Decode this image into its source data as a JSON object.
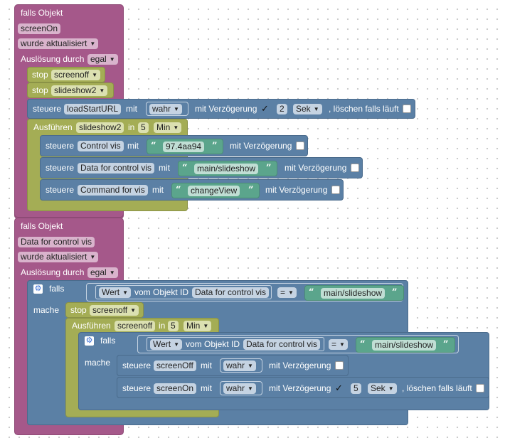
{
  "block1": {
    "header": "falls Objekt",
    "object": "screenOn",
    "condition": "wurde aktualisiert",
    "trigger_label": "Auslösung durch",
    "trigger_value": "egal",
    "stop1_label": "stop",
    "stop1_value": "screenoff",
    "stop2_label": "stop",
    "stop2_value": "slideshow2",
    "control1": {
      "label": "steuere",
      "target": "loadStartURL",
      "mit": "mit",
      "value": "wahr",
      "delay_label": "mit Verzögerung",
      "delay_checked": "✓",
      "delay_value": "2",
      "unit": "Sek",
      "clear_label": ", löschen falls läuft"
    },
    "timeout": {
      "label": "Ausführen",
      "name": "slideshow2",
      "in": "in",
      "value": "5",
      "unit": "Min"
    },
    "inner": [
      {
        "label": "steuere",
        "target": "Control vis",
        "mit": "mit",
        "value": "97.4aa94",
        "delay_label": "mit Verzögerung"
      },
      {
        "label": "steuere",
        "target": "Data for control vis",
        "mit": "mit",
        "value": "main/slideshow",
        "delay_label": "mit Verzögerung"
      },
      {
        "label": "steuere",
        "target": "Command for vis",
        "mit": "mit",
        "value": "changeView",
        "delay_label": "mit Verzögerung"
      }
    ]
  },
  "block2": {
    "header": "falls Objekt",
    "object": "Data for control vis",
    "condition": "wurde aktualisiert",
    "trigger_label": "Auslösung durch",
    "trigger_value": "egal",
    "if_label": "falls",
    "do_label": "mache",
    "compare": {
      "prop": "Wert",
      "of_label": "vom Objekt ID",
      "object": "Data for control vis",
      "op": "=",
      "value": "main/slideshow"
    },
    "stop_label": "stop",
    "stop_value": "screenoff",
    "timeout": {
      "label": "Ausführen",
      "name": "screenoff",
      "in": "in",
      "value": "5",
      "unit": "Min"
    },
    "inner_if_label": "falls",
    "inner_do_label": "mache",
    "inner_compare": {
      "prop": "Wert",
      "of_label": "vom Objekt ID",
      "object": "Data for control vis",
      "op": "=",
      "value": "main/slideshow"
    },
    "control_off": {
      "label": "steuere",
      "target": "screenOff",
      "mit": "mit",
      "value": "wahr",
      "delay_label": "mit Verzögerung"
    },
    "control_on": {
      "label": "steuere",
      "target": "screenOn",
      "mit": "mit",
      "value": "wahr",
      "delay_label": "mit Verzögerung",
      "delay_checked": "✓",
      "delay_value": "5",
      "unit": "Sek",
      "clear_label": ", löschen falls läuft"
    }
  },
  "icons": {
    "gear": "gear-icon",
    "dropdown": "dropdown-arrow-icon",
    "quote": "quote-icon",
    "checkbox": "checkbox-icon"
  },
  "colors": {
    "event": "#a5588a",
    "timer": "#a4ad55",
    "control": "#5b80a5",
    "string": "#5ba58c"
  }
}
